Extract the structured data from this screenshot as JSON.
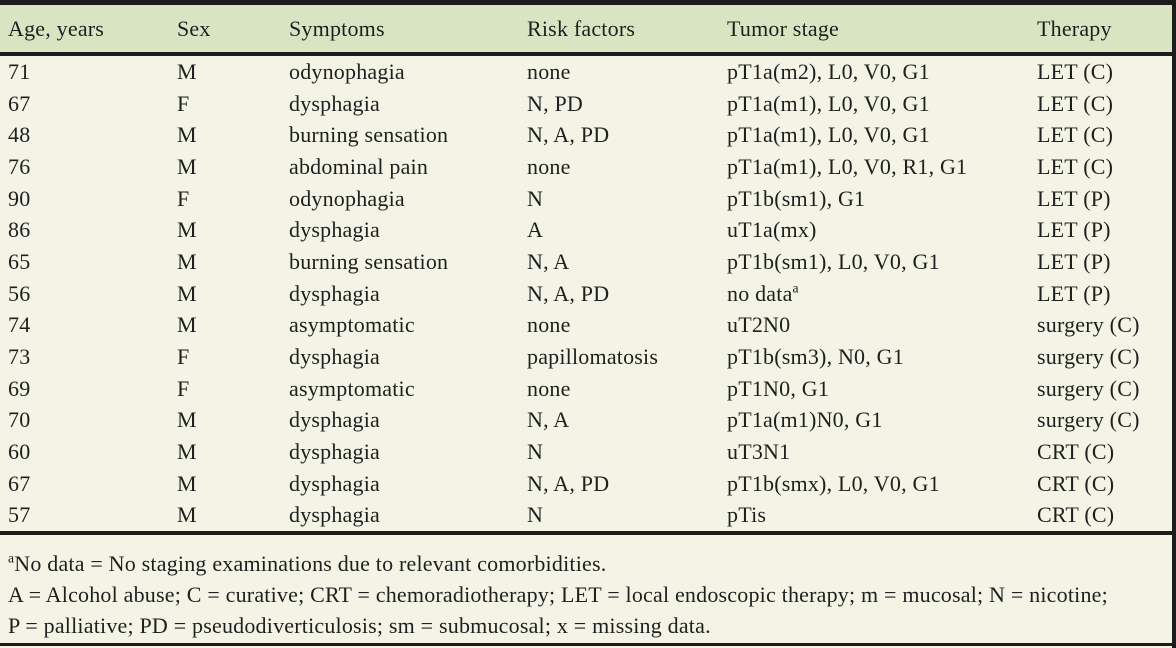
{
  "figure": {
    "kind": "paper-table",
    "colors": {
      "header_bg": "#d9e5c2",
      "body_bg": "#f3f4e5",
      "rule": "#1c1c1c",
      "text": "#1f1f1f"
    }
  },
  "table": {
    "columns": [
      "Age, years",
      "Sex",
      "Symptoms",
      "Risk factors",
      "Tumor stage",
      "Therapy"
    ],
    "rows": [
      [
        "71",
        "M",
        "odynophagia",
        "none",
        "pT1a(m2), L0, V0, G1",
        "LET (C)"
      ],
      [
        "67",
        "F",
        "dysphagia",
        "N, PD",
        "pT1a(m1), L0, V0, G1",
        "LET (C)"
      ],
      [
        "48",
        "M",
        "burning sensation",
        "N, A, PD",
        "pT1a(m1), L0, V0, G1",
        "LET (C)"
      ],
      [
        "76",
        "M",
        "abdominal pain",
        "none",
        "pT1a(m1), L0, V0, R1, G1",
        "LET (C)"
      ],
      [
        "90",
        "F",
        "odynophagia",
        "N",
        "pT1b(sm1), G1",
        "LET (P)"
      ],
      [
        "86",
        "M",
        "dysphagia",
        "A",
        "uT1a(mx)",
        "LET (P)"
      ],
      [
        "65",
        "M",
        "burning sensation",
        "N, A",
        "pT1b(sm1), L0, V0, G1",
        "LET (P)"
      ],
      [
        "56",
        "M",
        "dysphagia",
        "N, A, PD",
        "no data^a",
        "LET (P)"
      ],
      [
        "74",
        "M",
        "asymptomatic",
        "none",
        "uT2N0",
        "surgery (C)"
      ],
      [
        "73",
        "F",
        "dysphagia",
        "papillomatosis",
        "pT1b(sm3), N0, G1",
        "surgery (C)"
      ],
      [
        "69",
        "F",
        "asymptomatic",
        "none",
        "pT1N0, G1",
        "surgery (C)"
      ],
      [
        "70",
        "M",
        "dysphagia",
        "N, A",
        "pT1a(m1)N0, G1",
        "surgery (C)"
      ],
      [
        "60",
        "M",
        "dysphagia",
        "N",
        "uT3N1",
        "CRT (C)"
      ],
      [
        "67",
        "M",
        "dysphagia",
        "N, A, PD",
        "pT1b(smx), L0, V0, G1",
        "CRT (C)"
      ],
      [
        "57",
        "M",
        "dysphagia",
        "N",
        "pTis",
        "CRT (C)"
      ]
    ]
  },
  "footnotes": {
    "note_a": "^aNo data = No staging examinations due to relevant comorbidities.",
    "abbreviations": [
      "A = Alcohol abuse; C = curative; CRT = chemoradiotherapy; LET = local endoscopic therapy; m = mucosal; N = nicotine;",
      "P = palliative; PD = pseudodiverticulosis; sm = submucosal; x = missing data."
    ]
  }
}
